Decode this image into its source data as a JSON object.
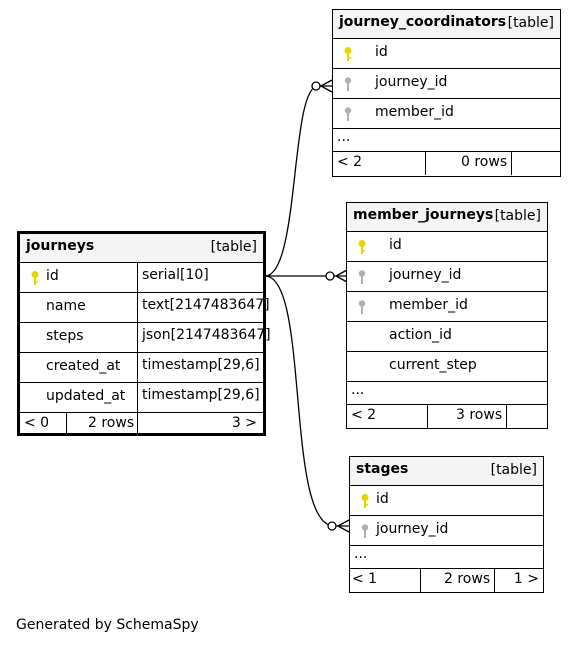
{
  "footer_text": "Generated by SchemaSpy",
  "colors": {
    "primary_key": "#e8d400",
    "foreign_key": "#b0b0b0",
    "header_bg": "#f4f4f4"
  },
  "tables": {
    "journeys": {
      "name": "journeys",
      "kind": "[table]",
      "columns": [
        {
          "name": "id",
          "type": "serial[10]",
          "key": "primary"
        },
        {
          "name": "name",
          "type": "text[2147483647]"
        },
        {
          "name": "steps",
          "type": "json[2147483647]"
        },
        {
          "name": "created_at",
          "type": "timestamp[29,6]"
        },
        {
          "name": "updated_at",
          "type": "timestamp[29,6]"
        }
      ],
      "footer": {
        "parents": "< 0",
        "rows": "2 rows",
        "children": "3 >"
      }
    },
    "journey_coordinators": {
      "name": "journey_coordinators",
      "kind": "[table]",
      "columns": [
        {
          "name": "id",
          "key": "primary"
        },
        {
          "name": "journey_id",
          "key": "foreign"
        },
        {
          "name": "member_id",
          "key": "foreign"
        }
      ],
      "more": "...",
      "footer": {
        "parents": "< 2",
        "rows": "0 rows",
        "children": ""
      }
    },
    "member_journeys": {
      "name": "member_journeys",
      "kind": "[table]",
      "columns": [
        {
          "name": "id",
          "key": "primary"
        },
        {
          "name": "journey_id",
          "key": "foreign"
        },
        {
          "name": "member_id",
          "key": "foreign"
        },
        {
          "name": "action_id"
        },
        {
          "name": "current_step"
        }
      ],
      "more": "...",
      "footer": {
        "parents": "< 2",
        "rows": "3 rows",
        "children": ""
      }
    },
    "stages": {
      "name": "stages",
      "kind": "[table]",
      "columns": [
        {
          "name": "id",
          "key": "primary"
        },
        {
          "name": "journey_id",
          "key": "foreign"
        }
      ],
      "more": "...",
      "footer": {
        "parents": "< 1",
        "rows": "2 rows",
        "children": "1 >"
      }
    }
  }
}
